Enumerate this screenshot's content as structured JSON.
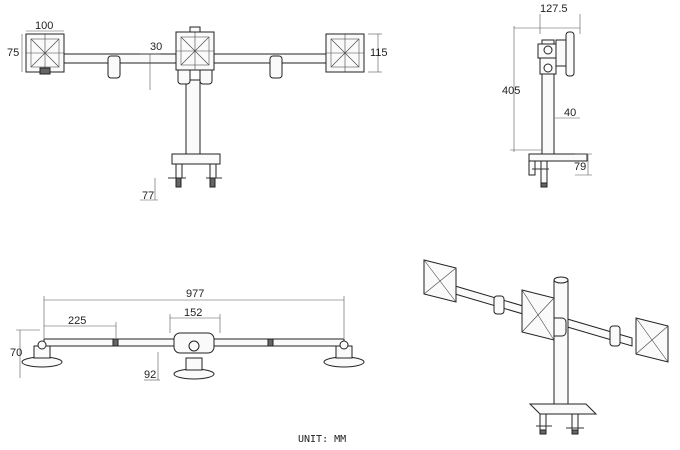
{
  "front_view": {
    "dim_plate_width": "100",
    "dim_plate_height": "75",
    "dim_arm_offset": "30",
    "dim_monitor_height": "115",
    "dim_clamp": "77"
  },
  "side_view": {
    "dim_depth": "127.5",
    "dim_pole_height": "405",
    "dim_pole_diameter": "40",
    "dim_clamp_height": "79"
  },
  "top_view": {
    "dim_total_width": "977",
    "dim_center_plate": "152",
    "dim_arm_segment": "225",
    "dim_mount_height": "70",
    "dim_base": "92"
  },
  "footer": {
    "unit_label": "UNIT: MM"
  }
}
